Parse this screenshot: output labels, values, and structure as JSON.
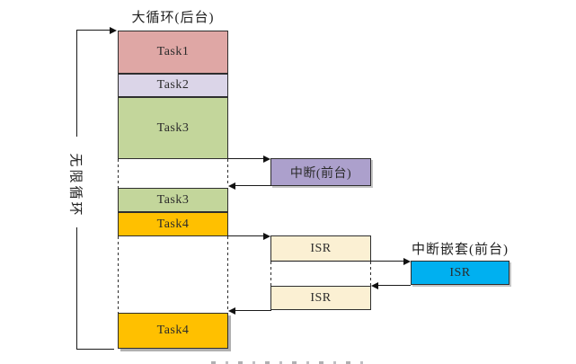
{
  "diagram": {
    "background": {
      "title": "大循环(后台)",
      "loop_label": "无限循环",
      "segments": [
        {
          "label": "Task1",
          "color": "#DFA7A5"
        },
        {
          "label": "Task2",
          "color": "#DBD5E8"
        },
        {
          "label": "Task3",
          "color": "#C3D69B"
        },
        {
          "label": "Task3",
          "color": "#C3D69B"
        },
        {
          "label": "Task4",
          "color": "#FFC000"
        },
        {
          "label": "Task4",
          "color": "#FFC000"
        }
      ]
    },
    "foreground": {
      "interrupt": {
        "label": "中断(前台)",
        "color": "#ACA0CC"
      },
      "isr_boxes": [
        {
          "label": "ISR",
          "color": "#FBF0D3"
        },
        {
          "label": "ISR",
          "color": "#FBF0D3"
        }
      ],
      "nested": {
        "title": "中断嵌套(前台)",
        "isr": {
          "label": "ISR",
          "color": "#00B0F0"
        }
      }
    },
    "colors": {
      "line": "#1A1A1A",
      "border": "#2E2E2E"
    }
  }
}
